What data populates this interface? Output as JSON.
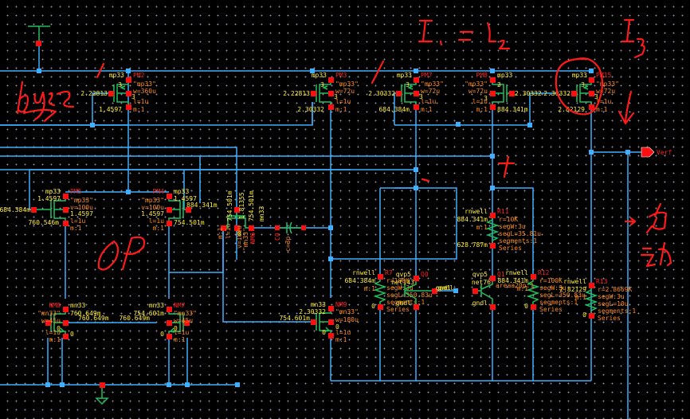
{
  "app": {
    "view": "schematic-editor",
    "colors": {
      "background": "#000000",
      "wire": "#3fb0ff",
      "device": "#20c060",
      "pin": "#ff1010",
      "name_label": "#ff2020",
      "param_label": "#ff8c1a",
      "value_label": "#ffee33",
      "annotation_ink": "#ff1a1a"
    }
  },
  "annotations": {
    "base": "base",
    "i1_eq_i2": "I₁ = I₂",
    "i3": "I₃",
    "op": "OP",
    "minus": "-",
    "plus": "+",
    "startup": "启动",
    "arrow_down": "↓",
    "arrow_right": "→"
  },
  "pin_label": {
    "name": "Verf"
  },
  "devices": {
    "PM2": {
      "name": "PM2",
      "cell": "mp33",
      "model": "\"mp33\"",
      "w": "w=360u",
      "l": "l=1u",
      "m": "m:1",
      "bulk": "3",
      "vg": "2.22813",
      "vd": "1.4597",
      "pin": "3"
    },
    "PM3": {
      "name": "PM3",
      "cell": "mp33",
      "model": "\"mp33\"",
      "w": "w=72u",
      "l": "l=1u",
      "m": "m:1",
      "bulk": "3",
      "vg": "2.22813",
      "vd": "2.30332",
      "pin": "3"
    },
    "PM7": {
      "name": "PM7",
      "cell": "mp33",
      "model": "\"mp33\"",
      "w": "w=72u",
      "l": "l=1u",
      "m": "m:1",
      "bulk": "3",
      "vg": "2.30332",
      "vd": "684.384m",
      "pin": "3"
    },
    "PM8": {
      "name": "PM8",
      "cell": "mp33",
      "model": "\"mp33\"",
      "w": "w=72u",
      "l": "l=1u",
      "m": "m:1",
      "bulk": "3",
      "vg": "2.30332",
      "vd": "884.341m",
      "pin": "3"
    },
    "PM15": {
      "name": "PM15",
      "cell": "mp33",
      "model": "\"mp33\"",
      "w": "w=72u",
      "l": "l=1u",
      "m": "m:1",
      "bulk": "3",
      "vg": "2.30332",
      "vd": "2.82129",
      "pin": "3"
    },
    "PM5": {
      "name": "PM5",
      "cell": "mp33",
      "model": "\"mp33\"",
      "w": "v=100u",
      "l": "l=1u",
      "m": "m:1",
      "vs": "1.4597",
      "vb": "1.4597",
      "vg": "684.384m",
      "vd": "760.546m"
    },
    "PM4": {
      "name": "PM4",
      "cell": "mp33",
      "model": "\"mp33\"",
      "w": "v=100u",
      "l": "l=1u",
      "m": "m:1",
      "vs": "1.4597",
      "vb": "1.4597",
      "vg": "884.341m",
      "vd": "754.501m"
    },
    "NM6": {
      "name": "NM6",
      "cell": "mn33",
      "model": "\"mn33\"",
      "w": "v=180u",
      "l": "l=1u",
      "m": "m:1",
      "vg": "754.501m",
      "vd": "1.81355",
      "vs": "754.501m",
      "bulk": "0"
    },
    "NM8": {
      "name": "NM8",
      "cell": "mn33",
      "model": "\"mn33\"",
      "w": "w=45u",
      "l": "l=1u",
      "m": "m:1",
      "vd": "760.649m",
      "vg": "760.649m",
      "bulk": "0",
      "src": "0"
    },
    "NM7": {
      "name": "NM7",
      "cell": "mn33",
      "model": "\"mn33\"",
      "w": "w=45u",
      "l": "l=1u",
      "m": "m:1",
      "vd": "754.601m",
      "vg": "760.649m",
      "bulk": "0",
      "src": "0"
    },
    "NM9": {
      "name": "NM9",
      "cell": "mn33",
      "model": "\"mn33\"",
      "w": "w=180u",
      "l": "l=1u",
      "m": "m:1",
      "vd": "2.30332",
      "vg": "754.601m",
      "bulk": "0",
      "src": "0"
    },
    "C0": {
      "name": "C0",
      "value": "c=3p"
    },
    "R7": {
      "name": "R7",
      "cell": "rnwell",
      "r": "r=100K",
      "segw": "segW:3u",
      "segl": "segL=350.83u",
      "segments": "segments:1",
      "series": "Series",
      "vtop": "684.384m",
      "m": "m:1",
      "vbot": "0"
    },
    "Q0": {
      "name": "Q0",
      "cell": "qvp5",
      "model": "net143",
      "gnd": "gndl"
    },
    "Q1": {
      "name": "Q1",
      "cell": "qvp5",
      "model": "net76",
      "area": "areaa20p:1",
      "gnd": "gndl"
    },
    "R11": {
      "name": "R11",
      "cell": "rnwell",
      "r": "r=10K",
      "segw": "segW:3u",
      "segl": "segL=35.81u",
      "segments": "segments:1",
      "series": "Series",
      "vtop": "884.341m",
      "m": "m:1",
      "vbot": "628.787m"
    },
    "R12": {
      "name": "R12",
      "cell": "rnwell",
      "r": "r=100K",
      "segw": "segW:3u",
      "segl": "segL=350.83u",
      "segments": "segments:1",
      "series": "Series",
      "vtop": "884.341m",
      "m": "m:1",
      "vbot": "0"
    },
    "R13": {
      "name": "R13",
      "cell": "rnwell",
      "r": "r=2.8669K",
      "segw": "segW:3u",
      "segl": "segL=10u",
      "segments": "segments:1",
      "series": "Series",
      "vtop": "2.82129",
      "m": "m:1",
      "vbot": "0"
    }
  },
  "net_labels": {
    "gndl_a": "gndl",
    "gndl_b": "gndl"
  }
}
